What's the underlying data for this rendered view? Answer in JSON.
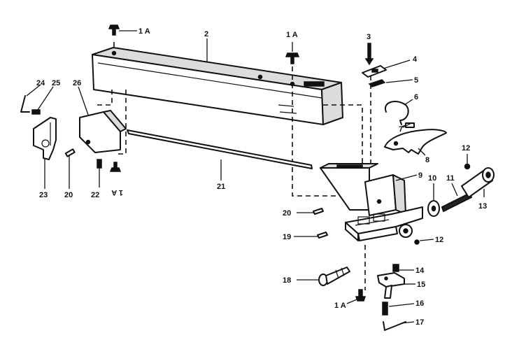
{
  "labels": [
    {
      "id": "1a_left",
      "text": "1 A"
    },
    {
      "id": "2",
      "text": "2"
    },
    {
      "id": "1a_center",
      "text": "1 A"
    },
    {
      "id": "3",
      "text": "3"
    },
    {
      "id": "4",
      "text": "4"
    },
    {
      "id": "5",
      "text": "5"
    },
    {
      "id": "6",
      "text": "6"
    },
    {
      "id": "7",
      "text": "7"
    },
    {
      "id": "8",
      "text": "8"
    },
    {
      "id": "9",
      "text": "9"
    },
    {
      "id": "10",
      "text": "10"
    },
    {
      "id": "11",
      "text": "11"
    },
    {
      "id": "12_top",
      "text": "12"
    },
    {
      "id": "13",
      "text": "13"
    },
    {
      "id": "12_bottom",
      "text": "12"
    },
    {
      "id": "14",
      "text": "14"
    },
    {
      "id": "15",
      "text": "15"
    },
    {
      "id": "16",
      "text": "16"
    },
    {
      "id": "17",
      "text": "17"
    },
    {
      "id": "18",
      "text": "18"
    },
    {
      "id": "1a_bottom",
      "text": "1 A"
    },
    {
      "id": "19",
      "text": "19"
    },
    {
      "id": "20_right",
      "text": "20"
    },
    {
      "id": "21",
      "text": "21"
    },
    {
      "id": "22",
      "text": "22"
    },
    {
      "id": "1a_lowerleft",
      "text": "1 A"
    },
    {
      "id": "20_left",
      "text": "20"
    },
    {
      "id": "23",
      "text": "23"
    },
    {
      "id": "24",
      "text": "24"
    },
    {
      "id": "25",
      "text": "25"
    },
    {
      "id": "26",
      "text": "26"
    }
  ]
}
